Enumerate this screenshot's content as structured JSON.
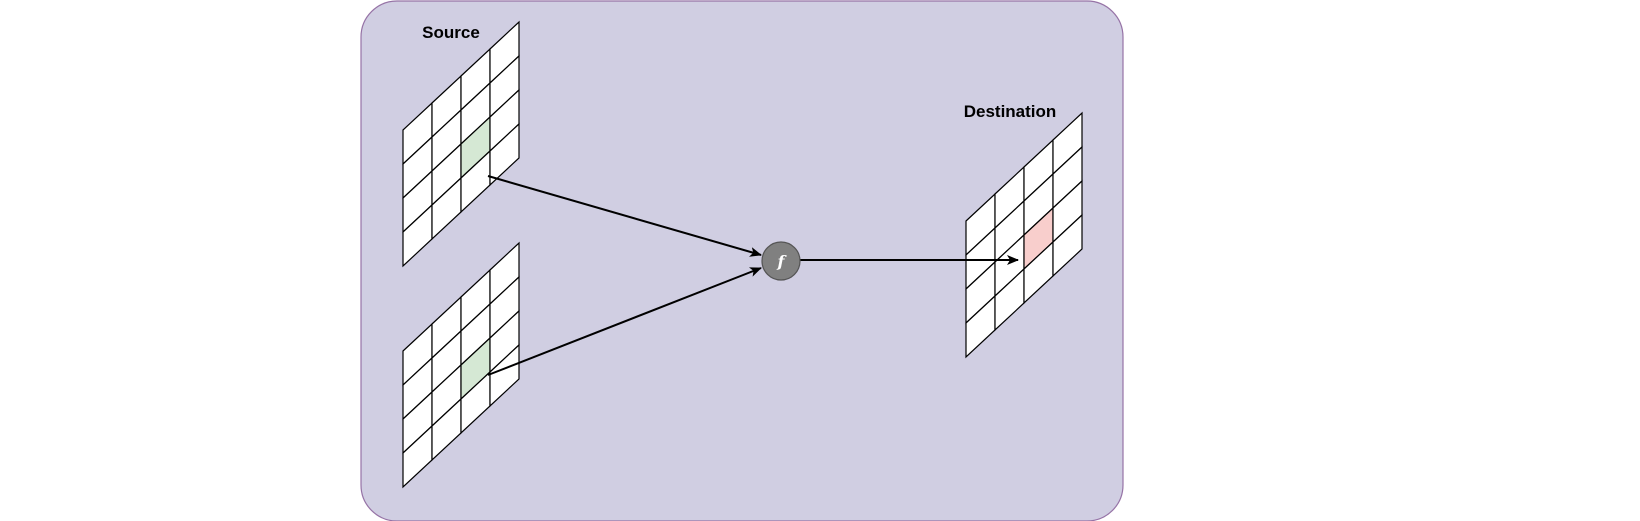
{
  "diagram": {
    "source_label": "Source",
    "destination_label": "Destination",
    "function_label": "f",
    "colors": {
      "panel_fill": "#d0cee2",
      "panel_stroke": "#9673a6",
      "source_highlight": "#d5e8d4",
      "destination_highlight": "#f8cecc",
      "function_node": "#808080"
    },
    "grid": {
      "rows": 4,
      "cols": 4
    },
    "source_grids": [
      {
        "highlight": [
          2,
          2
        ]
      },
      {
        "highlight": [
          2,
          2
        ]
      }
    ],
    "destination_grid": {
      "highlight": [
        2,
        2
      ]
    },
    "edges": [
      {
        "from": "source-grid-1",
        "to": "function-node"
      },
      {
        "from": "source-grid-2",
        "to": "function-node"
      },
      {
        "from": "function-node",
        "to": "destination-grid"
      }
    ]
  }
}
